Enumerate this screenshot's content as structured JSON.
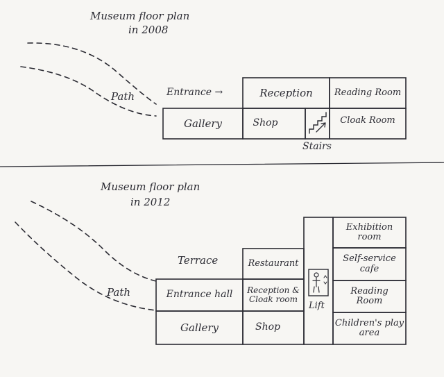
{
  "plan_2008": {
    "title_line1": "Museum floor plan",
    "title_line2": "in 2008",
    "path": "Path",
    "entrance": "Entrance →",
    "rooms": {
      "reception": "Reception",
      "reading_room": "Reading Room",
      "gallery": "Gallery",
      "shop": "Shop",
      "cloak_room": "Cloak Room"
    },
    "stairs": "Stairs"
  },
  "plan_2012": {
    "title_line1": "Museum floor plan",
    "title_line2": "in 2012",
    "path": "Path",
    "terrace": "Terrace",
    "rooms": {
      "restaurant": "Restaurant",
      "entrance_hall": "Entrance hall",
      "reception_cloak": "Reception & Cloak room",
      "gallery": "Gallery",
      "shop": "Shop",
      "exhibition_room": "Exhibition room",
      "self_service_cafe": "Self-service cafe",
      "reading_room": "Reading Room",
      "childrens_play_area": "Children's play area"
    },
    "lift": "Lift"
  },
  "colors": {
    "ink": "#2b2b33",
    "paper": "#f7f6f3"
  }
}
